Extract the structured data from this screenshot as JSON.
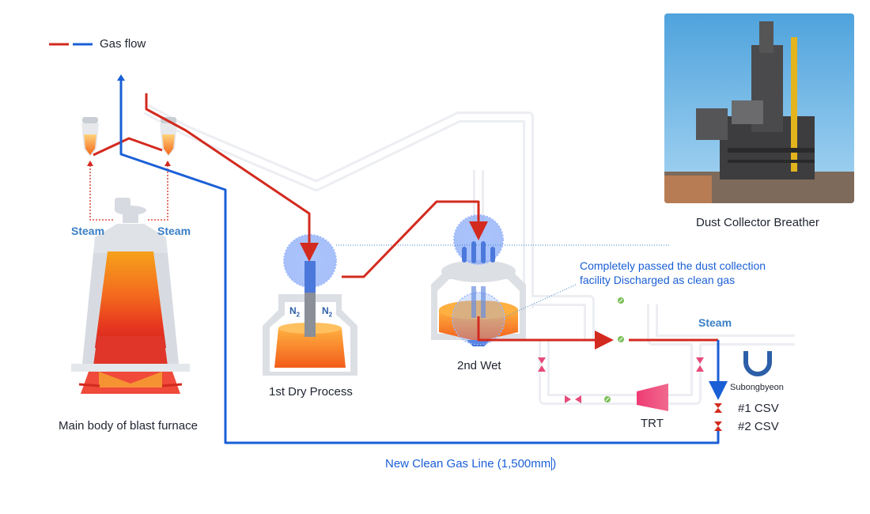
{
  "legend": {
    "label": "Gas flow",
    "colors": [
      "#d32a1f",
      "#1a5fd6"
    ]
  },
  "steam_labels": [
    "Steam",
    "Steam",
    "Steam"
  ],
  "units": {
    "blast_furnace": "Main body of blast furnace",
    "dry_process": "1st Dry Process",
    "wet_process": "2nd Wet",
    "trt": "TRT",
    "subongbyeon": "Subongbyeon",
    "csv1": "#1 CSV",
    "csv2": "#2 CSV"
  },
  "nitrogen_labels": [
    "N",
    "N"
  ],
  "nitrogen_subscript": "2",
  "photo_caption": "Dust Collector Breather",
  "callout": {
    "line1": "Completely passed the dust collection",
    "line2": "facility Discharged as clean gas"
  },
  "clean_gas_line": "New Clean Gas Line (1,500mm",
  "clean_gas_line_end": ")",
  "colors": {
    "red": "#d32a1f",
    "blue": "#1a5fd6",
    "orange": "#f47a1f",
    "text": "#1f2430",
    "steam_blue": "#3a7fc4"
  }
}
